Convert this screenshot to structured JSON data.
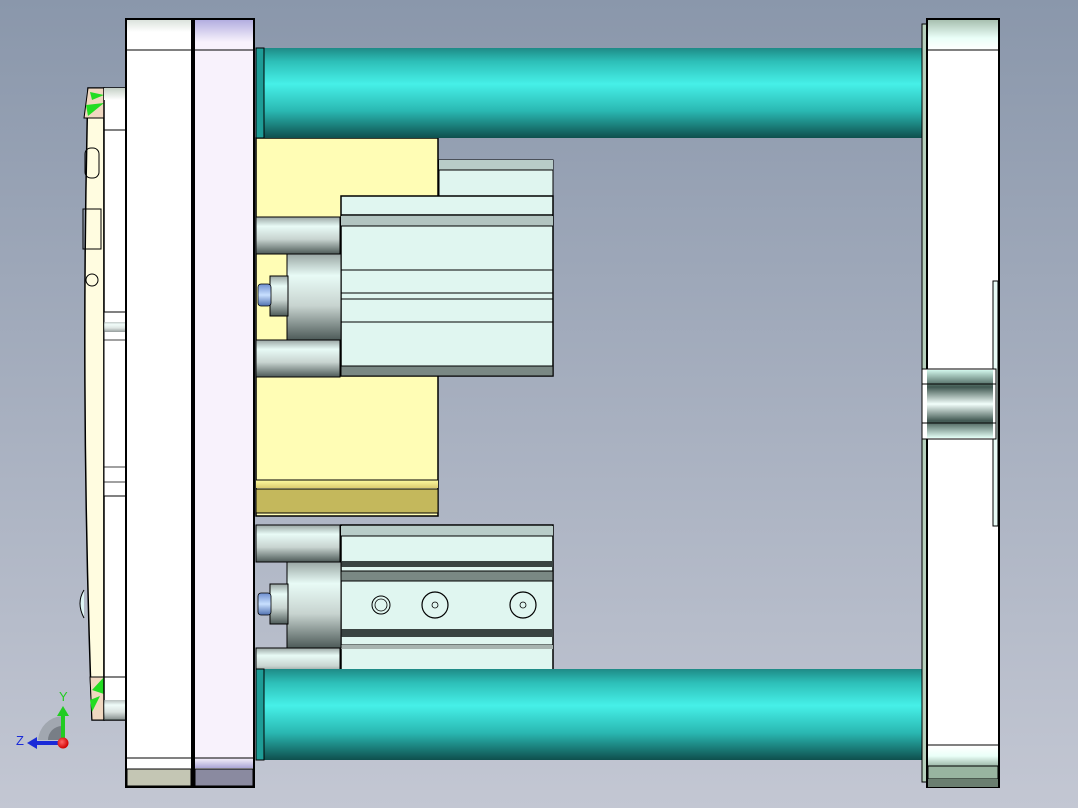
{
  "viewport": {
    "name": "CAD 3D model view",
    "background_top": "#8a97ab",
    "background_bottom": "#c3c7d3"
  },
  "axis_triad": {
    "y_label": "Y",
    "z_label": "Z",
    "y_color": "#22cc22",
    "z_color": "#1a2ad8",
    "origin_color": "#ee1111"
  },
  "parts": {
    "tie_rod_color": "#35d8d0",
    "mold_plate_color": "#fffccc",
    "cylinder_body_color": "#dff5ef",
    "clamp_plate_left_color": "#ffffff",
    "clamp_plate_mid_color": "#f8f2fc",
    "end_plate_color": "#ffffff",
    "yellow_block_color": "#fffdb5"
  }
}
